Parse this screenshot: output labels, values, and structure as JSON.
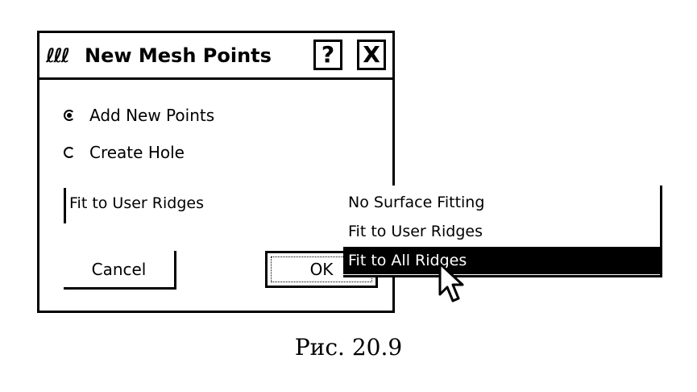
{
  "dialog": {
    "app_icon": "ℓℓℓ",
    "title": "New Mesh Points",
    "help_label": "?",
    "close_label": "X",
    "options": [
      {
        "label": "Add New Points",
        "checked": true
      },
      {
        "label": "Create Hole",
        "checked": false
      }
    ],
    "fitting_value": "Fit to User Ridges",
    "cancel_label": "Cancel",
    "ok_label": "OK"
  },
  "dropdown": {
    "items": [
      {
        "label": "No Surface Fitting",
        "selected": false
      },
      {
        "label": "Fit to User Ridges",
        "selected": false
      },
      {
        "label": "Fit to All Ridges",
        "selected": true
      }
    ]
  },
  "caption": "Рис. 20.9"
}
